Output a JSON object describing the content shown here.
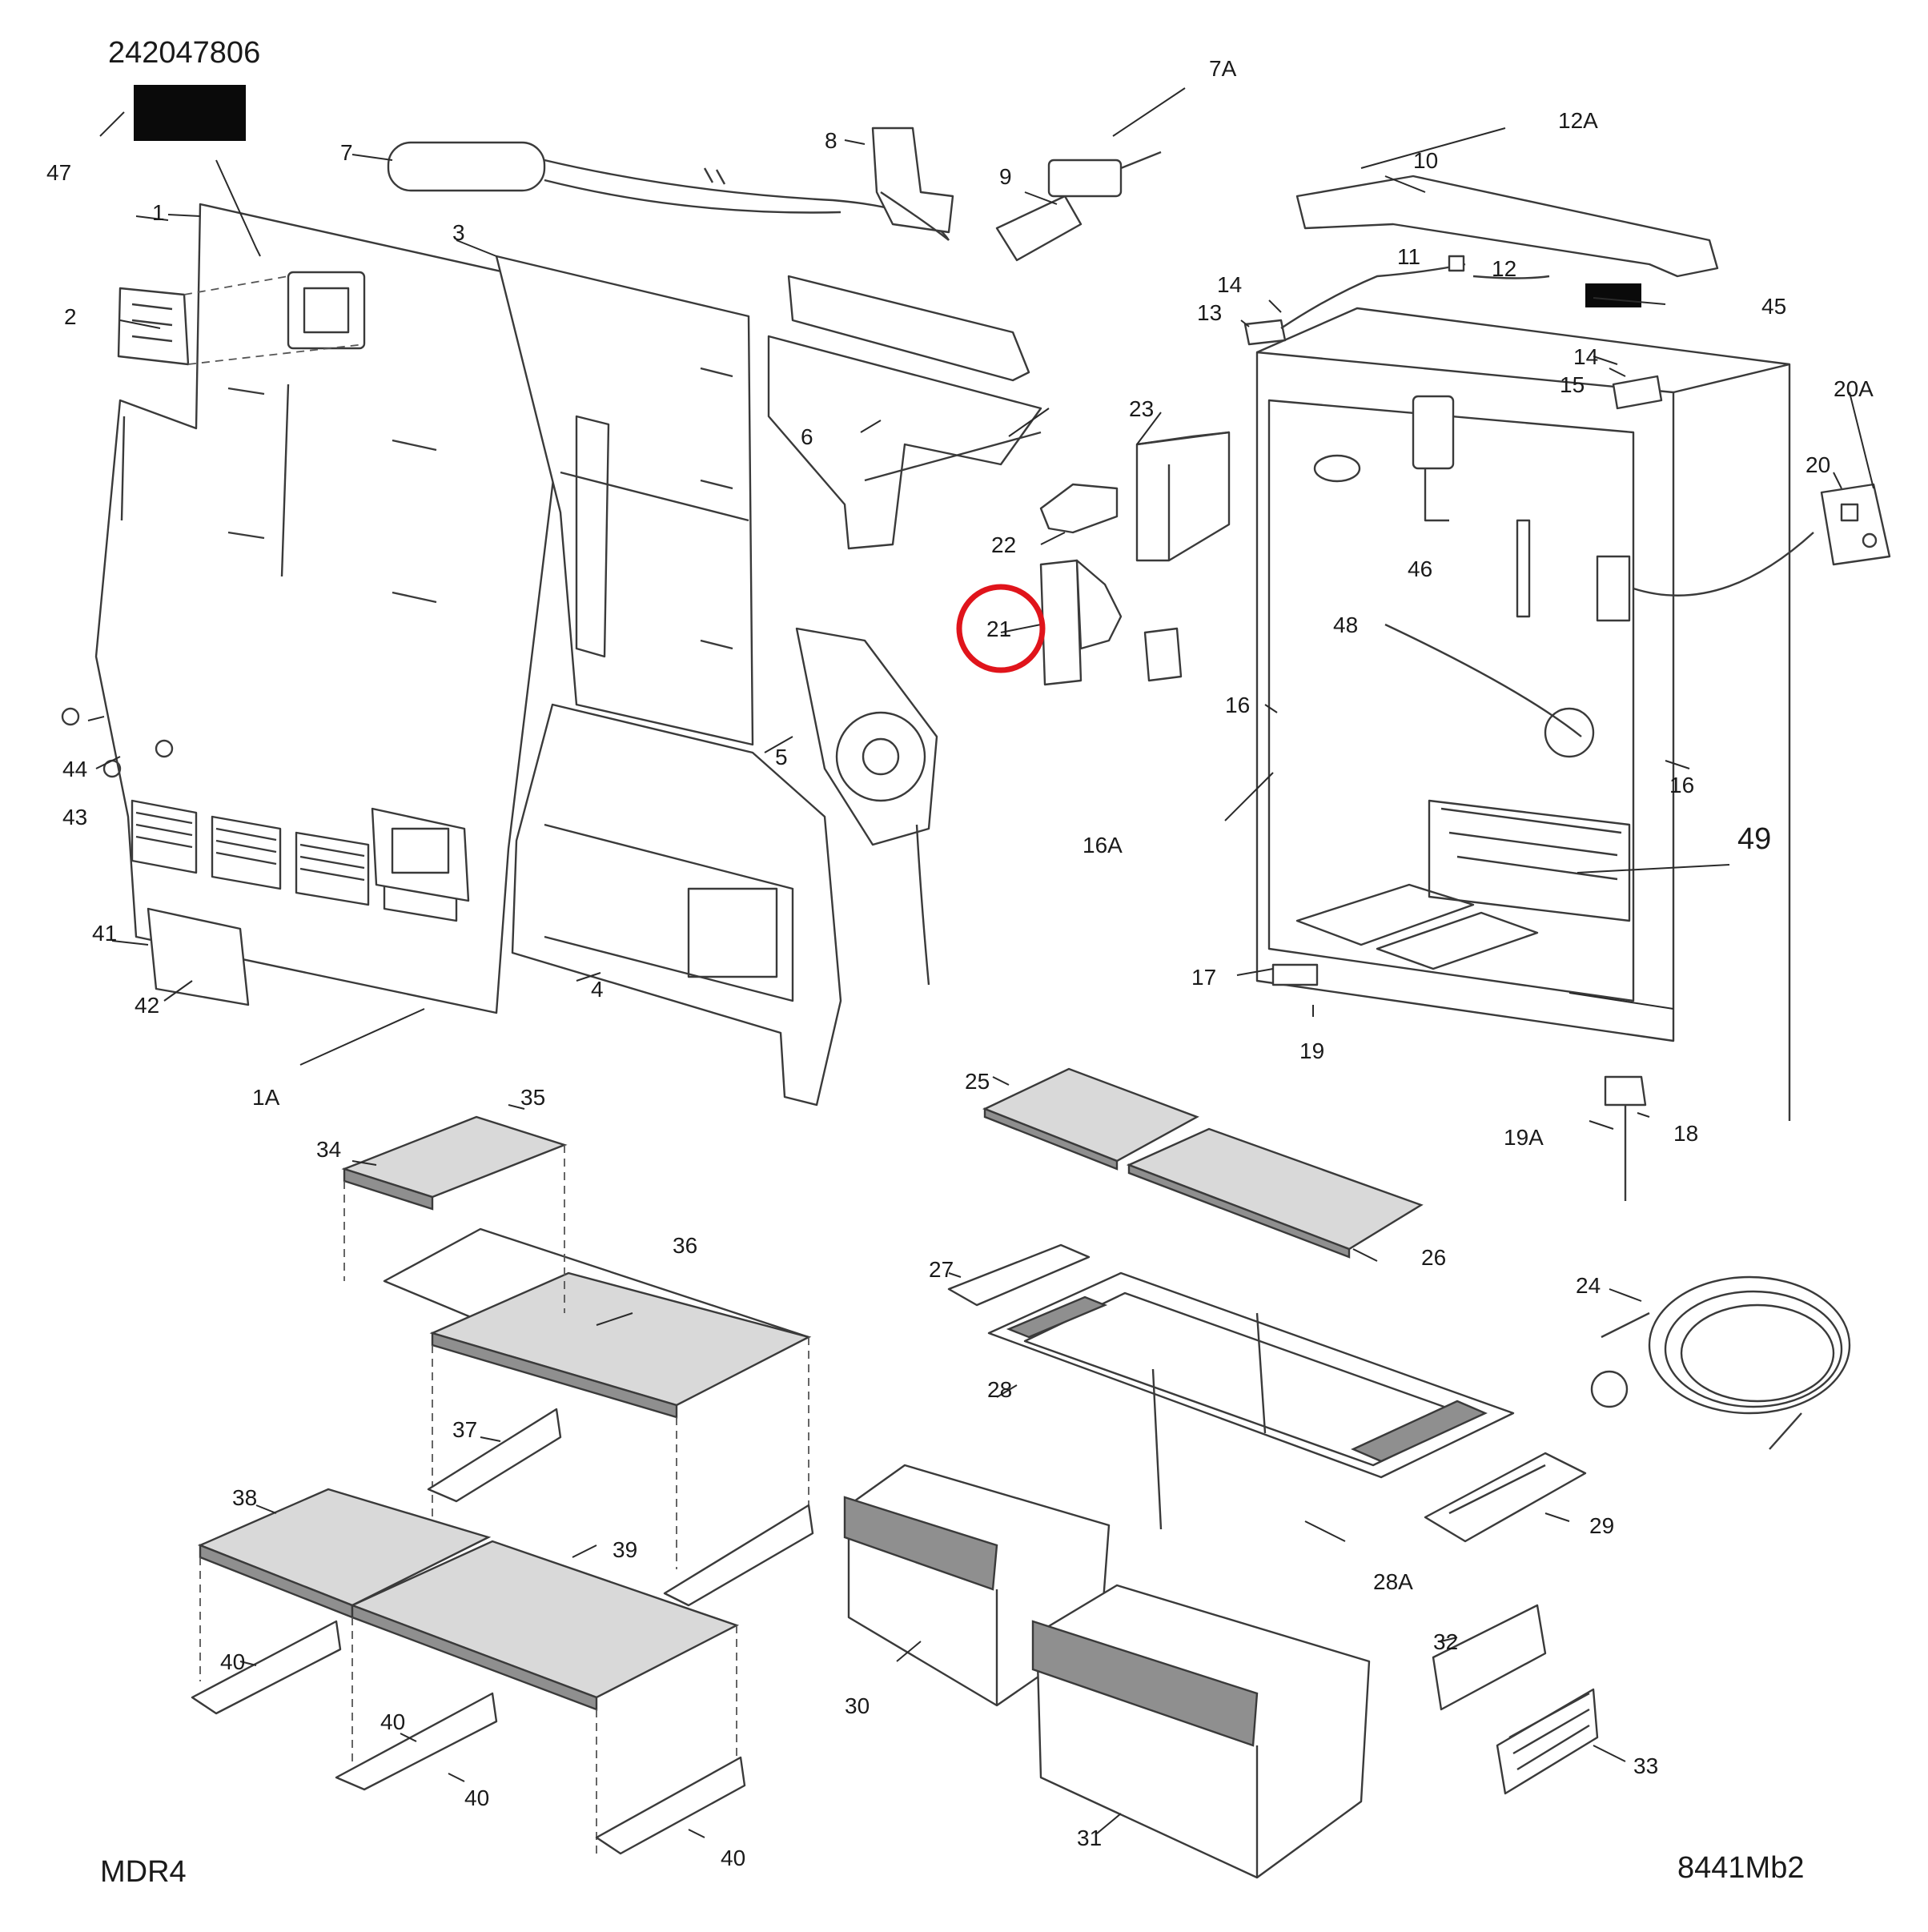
{
  "header": {
    "part_number": "242047806"
  },
  "footer": {
    "model_code": "MDR4",
    "diagram_code": "8441Mb2"
  },
  "colors": {
    "highlight_circle": "#e0141b",
    "line": "#3a3a3a",
    "label_block": "#0a0a0a"
  },
  "callouts": {
    "c1": "1",
    "c1A": "1A",
    "c2": "2",
    "c3": "3",
    "c4": "4",
    "c5": "5",
    "c6": "6",
    "c7": "7",
    "c7A": "7A",
    "c8": "8",
    "c9": "9",
    "c10": "10",
    "c11": "11",
    "c12": "12",
    "c12A": "12A",
    "c13": "13",
    "c14a": "14",
    "c14b": "14",
    "c15": "15",
    "c16a": "16",
    "c16b": "16",
    "c16A": "16A",
    "c17": "17",
    "c18": "18",
    "c19": "19",
    "c19A": "19A",
    "c20": "20",
    "c20A": "20A",
    "c21": "21",
    "c22": "22",
    "c23": "23",
    "c24": "24",
    "c25": "25",
    "c26": "26",
    "c27": "27",
    "c28": "28",
    "c28A": "28A",
    "c29": "29",
    "c30": "30",
    "c31": "31",
    "c32": "32",
    "c33": "33",
    "c34": "34",
    "c35": "35",
    "c36": "36",
    "c37": "37",
    "c38": "38",
    "c39": "39",
    "c40a": "40",
    "c40b": "40",
    "c40c": "40",
    "c40d": "40",
    "c41": "41",
    "c42": "42",
    "c43": "43",
    "c44": "44",
    "c45": "45",
    "c46": "46",
    "c47": "47",
    "c48": "48",
    "c49": "49"
  },
  "highlighted_callout": "21"
}
